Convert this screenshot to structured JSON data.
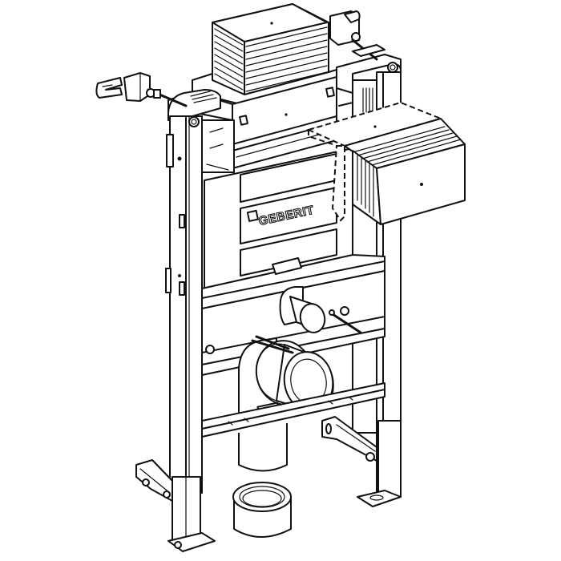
{
  "drawing": {
    "title": "Wall-hung WC installation frame (line drawing)",
    "brand_label": "GEBERIT",
    "background": "#ffffff",
    "line_color": "#111111",
    "components": [
      "cistern-top-cover",
      "left-frame-upright",
      "right-frame-upright",
      "wall-bracket-top-left",
      "wall-bracket-top-right",
      "cistern-body",
      "actuator-plate-cutout",
      "dashed-inspection-box",
      "water-supply-inlet",
      "flush-bend-outlet",
      "fixing-threaded-rods",
      "lower-crossbar",
      "drain-pipe",
      "connector-sleeve",
      "floor-foot-left",
      "floor-foot-right",
      "wall-bracket-bottom-left",
      "wall-bracket-bottom-right"
    ]
  }
}
